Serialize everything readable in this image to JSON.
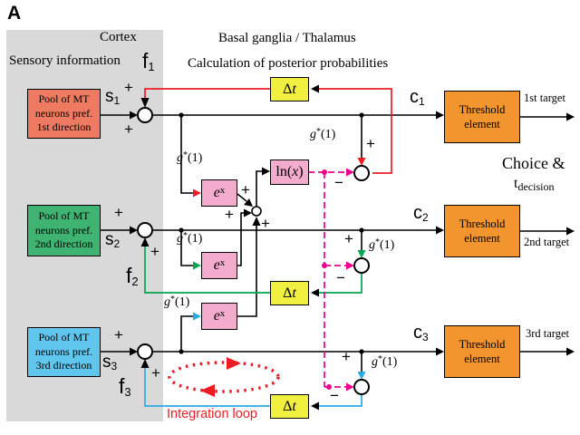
{
  "panel_label": "A",
  "headers": {
    "cortex": "Cortex",
    "sensory": "Sensory information",
    "basal_ganglia": "Basal ganglia / Thalamus",
    "posterior_calc": "Calculation of posterior probabilities"
  },
  "pools": [
    {
      "label": "Pool of MT neurons pref. 1st direction",
      "color": "#ee7a61"
    },
    {
      "label": "Pool of MT neurons pref. 2nd direction",
      "color": "#3fb371"
    },
    {
      "label": "Pool of MT neurons pref. 3rd direction",
      "color": "#60c6ee"
    }
  ],
  "threshold": {
    "label": "Threshold element",
    "color": "#f2952f"
  },
  "targets": [
    "1st target",
    "2nd target",
    "3rd target"
  ],
  "signals": {
    "s_base": "s",
    "f_base": "f",
    "c_base": "c",
    "subs": [
      "1",
      "2",
      "3"
    ]
  },
  "ops": {
    "delta_sym": "Δ",
    "delta_var": "t",
    "exp_base": "e",
    "exp_sup": "x",
    "ln_pre": "ln(",
    "ln_var": "x",
    "ln_post": ")",
    "gain_base": "g",
    "gain_sup": "*",
    "gain_arg": "(1)"
  },
  "signs": {
    "plus": "+",
    "minus": "−"
  },
  "choice": {
    "line1": "Choice &",
    "t_base": "t",
    "t_sub": "decision"
  },
  "integration_label": "Integration loop",
  "colors": {
    "cortex_bg": "#d9d9d9",
    "pool_1": "#ee7a61",
    "pool_2": "#3fb371",
    "pool_3": "#60c6ee",
    "threshold_box": "#f2952f",
    "delta_t_box": "#f1ef3f",
    "operator_box": "#f3abce",
    "wire_row1": "#ed1c24",
    "wire_row2": "#00a651",
    "wire_row3": "#29abe2",
    "posterior_wire": "#ec008c",
    "integration_loop": "#ed1c24"
  }
}
